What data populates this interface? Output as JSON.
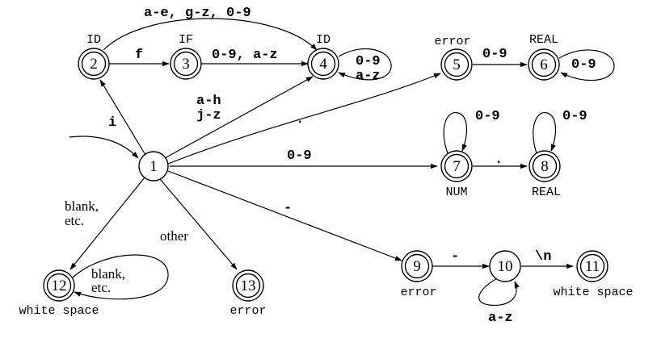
{
  "states": {
    "s1": {
      "num": "1"
    },
    "s2": {
      "num": "2",
      "tag": "ID"
    },
    "s3": {
      "num": "3",
      "tag": "IF"
    },
    "s4": {
      "num": "4",
      "tag": "ID"
    },
    "s5": {
      "num": "5",
      "tag": "error"
    },
    "s6": {
      "num": "6",
      "tag": "REAL"
    },
    "s7": {
      "num": "7",
      "tag": "NUM"
    },
    "s8": {
      "num": "8",
      "tag": "REAL"
    },
    "s9": {
      "num": "9",
      "tag": "error"
    },
    "s10": {
      "num": "10"
    },
    "s11": {
      "num": "11",
      "tag": "white space"
    },
    "s12": {
      "num": "12",
      "tag": "white space"
    },
    "s13": {
      "num": "13",
      "tag": "error"
    }
  },
  "edges": {
    "e2_4": {
      "label": "a-e, g-z, 0-9"
    },
    "e2_3": {
      "label": "f"
    },
    "e3_4": {
      "label": "0-9, a-z"
    },
    "e4_4": {
      "line1": "0-9",
      "line2": "a-z"
    },
    "e1_2": {
      "label": "i"
    },
    "e1_4": {
      "line1": "a-h",
      "line2": "j-z"
    },
    "e1_5": {
      "label": "."
    },
    "e5_6": {
      "label": "0-9"
    },
    "e6_6": {
      "label": "0-9"
    },
    "e1_7": {
      "label": "0-9"
    },
    "e7_7": {
      "label": "0-9"
    },
    "e7_8": {
      "label": "."
    },
    "e8_8": {
      "label": "0-9"
    },
    "e1_12": {
      "line1": "blank,",
      "line2": "etc."
    },
    "e12_12": {
      "line1": "blank,",
      "line2": "etc."
    },
    "e1_13": {
      "label": "other"
    },
    "e1_9": {
      "label": "-"
    },
    "e9_10": {
      "label": "-"
    },
    "e10_10": {
      "label": "a-z"
    },
    "e10_11": {
      "label": "\\n"
    }
  }
}
